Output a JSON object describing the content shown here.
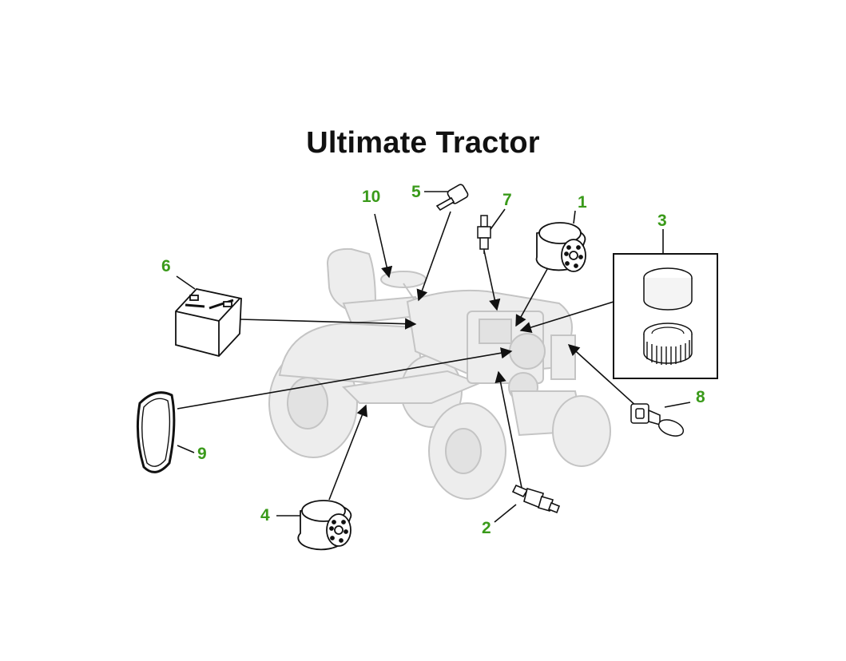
{
  "title": "Ultimate Tractor",
  "colors": {
    "callout": "#3a9a1a",
    "ink": "#111111",
    "ghost": "#c8c8c8",
    "ghost_fill": "#ececec"
  },
  "parts": [
    {
      "number": "1",
      "icon": "oil-filter-icon"
    },
    {
      "number": "2",
      "icon": "fuel-filter-icon"
    },
    {
      "number": "3",
      "icon": "air-filter-kit-icon"
    },
    {
      "number": "4",
      "icon": "oil-filter-icon"
    },
    {
      "number": "5",
      "icon": "ignition-key-icon"
    },
    {
      "number": "6",
      "icon": "battery-icon"
    },
    {
      "number": "7",
      "icon": "spark-plug-icon"
    },
    {
      "number": "8",
      "icon": "headlight-bulb-icon"
    },
    {
      "number": "9",
      "icon": "drive-belt-icon"
    },
    {
      "number": "10",
      "icon": "seat-icon"
    }
  ]
}
